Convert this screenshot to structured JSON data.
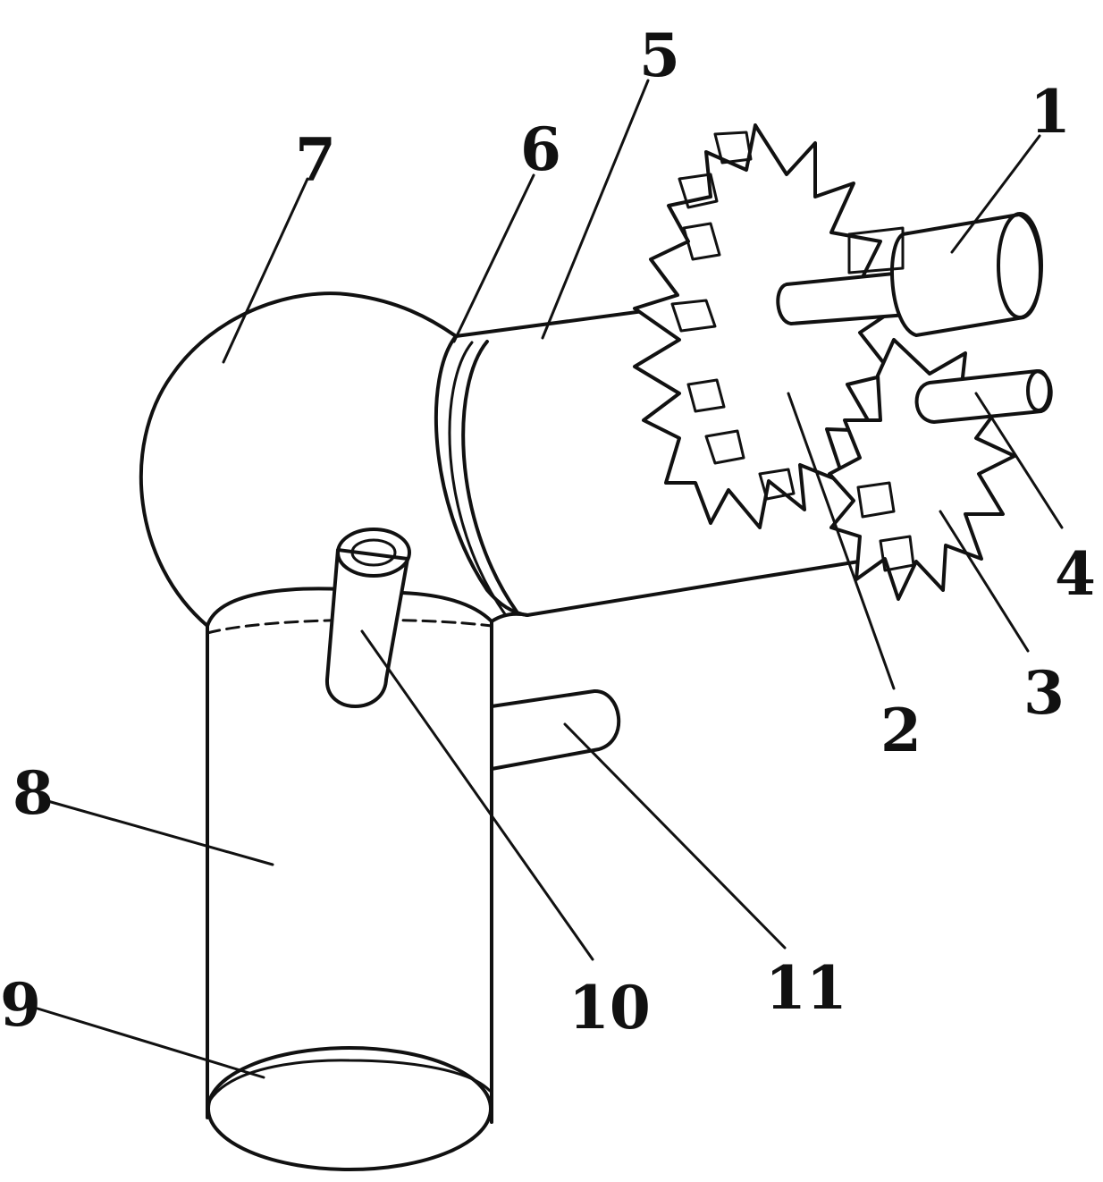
{
  "colors": {
    "line": "#111111",
    "background": "#ffffff"
  },
  "labels": {
    "l1": "1",
    "l2": "2",
    "l3": "3",
    "l4": "4",
    "l5": "5",
    "l6": "6",
    "l7": "7",
    "l8": "8",
    "l9": "9",
    "l10": "10",
    "l11": "11"
  }
}
